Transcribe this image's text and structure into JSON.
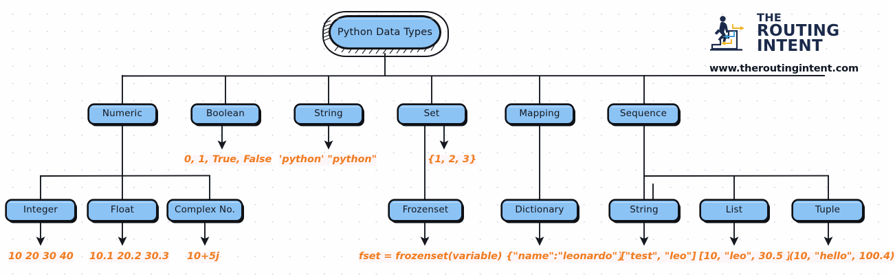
{
  "diagram": {
    "title": "Python Data Types",
    "root": {
      "label": "Python Data Types"
    },
    "level2": [
      {
        "label": "Numeric"
      },
      {
        "label": "Boolean"
      },
      {
        "label": "String"
      },
      {
        "label": "Set"
      },
      {
        "label": "Mapping"
      },
      {
        "label": "Sequence"
      }
    ],
    "level3": [
      {
        "label": "Integer"
      },
      {
        "label": "Float"
      },
      {
        "label": "Complex No."
      },
      {
        "label": "Frozenset"
      },
      {
        "label": "Dictionary"
      },
      {
        "label": "String"
      },
      {
        "label": "List"
      },
      {
        "label": "Tuple"
      }
    ],
    "annotations_mid": [
      {
        "text": "0, 1, True, False"
      },
      {
        "text": "'python'  \"python\""
      },
      {
        "text": "{1, 2, 3}"
      }
    ],
    "annotations_bottom": [
      {
        "text": "10 20 30 40"
      },
      {
        "text": "10.1 20.2 30.3"
      },
      {
        "text": "10+5j"
      },
      {
        "text": "fset = frozenset(variable)"
      },
      {
        "text": "{\"name\":\"leonardo\"}"
      },
      {
        "text": "[\"test\", \"leo\"]"
      },
      {
        "text": "[10, \"leo\", 30.5 ]"
      },
      {
        "text": "(10, \"hello\", 100.4)"
      }
    ],
    "colors": {
      "node_fill": "#8cc3f5",
      "node_stroke": "#111318",
      "annotation": "#f07c1f",
      "logo_navy": "#1b2a4a",
      "background": "#fefeff"
    }
  },
  "branding": {
    "logo_line1": "THE",
    "logo_line2": "ROUTING",
    "logo_line3": "INTENT",
    "url": "www.theroutingintent.com"
  }
}
